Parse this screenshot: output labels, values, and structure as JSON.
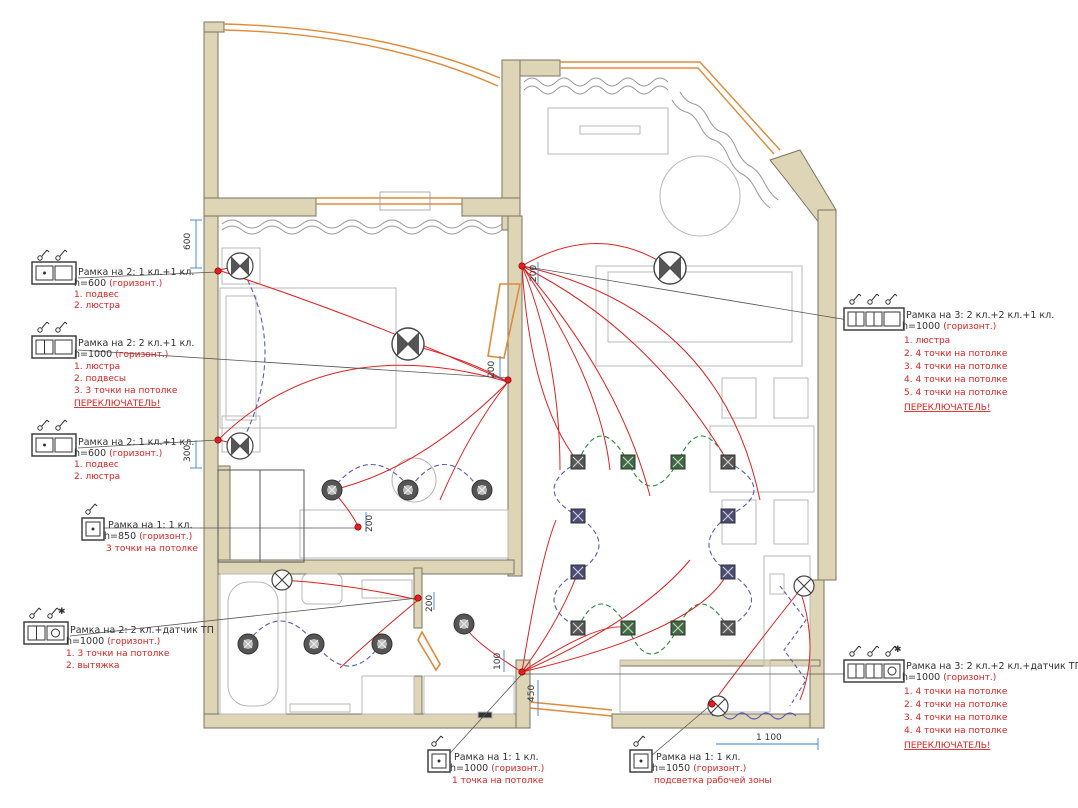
{
  "colors": {
    "wall": "#ddd5b6",
    "wall_edge": "#7a7462",
    "red_wire": "#e02020",
    "blue_dash": "#5a5ab8",
    "green_dash": "#2a8a3a",
    "window": "#e08a3a",
    "furniture": "#b8b8b8",
    "dim": "#3a7fd0"
  },
  "dimensions": {
    "d600": "600",
    "d300": "300",
    "d200a": "200",
    "d200b": "200",
    "d200c": "200",
    "d200d": "200",
    "d100": "100",
    "d450": "450",
    "d1100": "1 100"
  },
  "boxes": [
    {
      "title": "Рамка на 2: 1 кл.+1 кл.",
      "height": "h=600",
      "orient": "(горизонт.)",
      "lines": [
        "1. подвес",
        "2. люстра"
      ],
      "note": ""
    },
    {
      "title": "Рамка на 2: 2 кл.+1 кл.",
      "height": "h=1000",
      "orient": "(горизонт.)",
      "lines": [
        "1. люстра",
        "2. подвесы",
        "3. 3 точки на потолке"
      ],
      "note": "ПЕРЕКЛЮЧАТЕЛЬ!"
    },
    {
      "title": "Рамка на 2: 1 кл.+1 кл.",
      "height": "h=600",
      "orient": "(горизонт.)",
      "lines": [
        "1. подвес",
        "2. люстра"
      ],
      "note": ""
    },
    {
      "title": "Рамка на 1: 1 кл.",
      "height": "h=850",
      "orient": "(горизонт.)",
      "lines": [
        "3 точки на потолке"
      ],
      "note": ""
    },
    {
      "title": "Рамка на 2: 2 кл.+датчик ТП",
      "height": "h=1000",
      "orient": "(горизонт.)",
      "lines": [
        "1. 3 точки на потолке",
        "2. вытяжка"
      ],
      "note": ""
    },
    {
      "title": "Рамка на 3: 2 кл.+2 кл.+1 кл.",
      "height": "h=1000",
      "orient": "(горизонт.)",
      "lines": [
        "1. люстра",
        "2. 4 точки на потолке",
        "3. 4 точки на потолке",
        "4. 4 точки на потолке",
        "5. 4 точки на потолке"
      ],
      "note": "ПЕРЕКЛЮЧАТЕЛЬ!"
    },
    {
      "title": "Рамка на 3: 2 кл.+2 кл.+датчик ТП",
      "height": "h=1000",
      "orient": "(горизонт.)",
      "lines": [
        "1. 4 точки на потолке",
        "2. 4 точки на потолке",
        "3. 4 точки на потолке",
        "4. 4 точки на потолке"
      ],
      "note": "ПЕРЕКЛЮЧАТЕЛЬ!"
    },
    {
      "title": "Рамка на 1: 1 кл.",
      "height": "h=1000",
      "orient": "(горизонт.)",
      "lines": [
        "1 точка на потолке"
      ],
      "note": ""
    },
    {
      "title": "Рамка на 1: 1 кл.",
      "height": "h=1050",
      "orient": "(горизонт.)",
      "lines": [
        "подсветка рабочей зоны"
      ],
      "note": ""
    }
  ]
}
